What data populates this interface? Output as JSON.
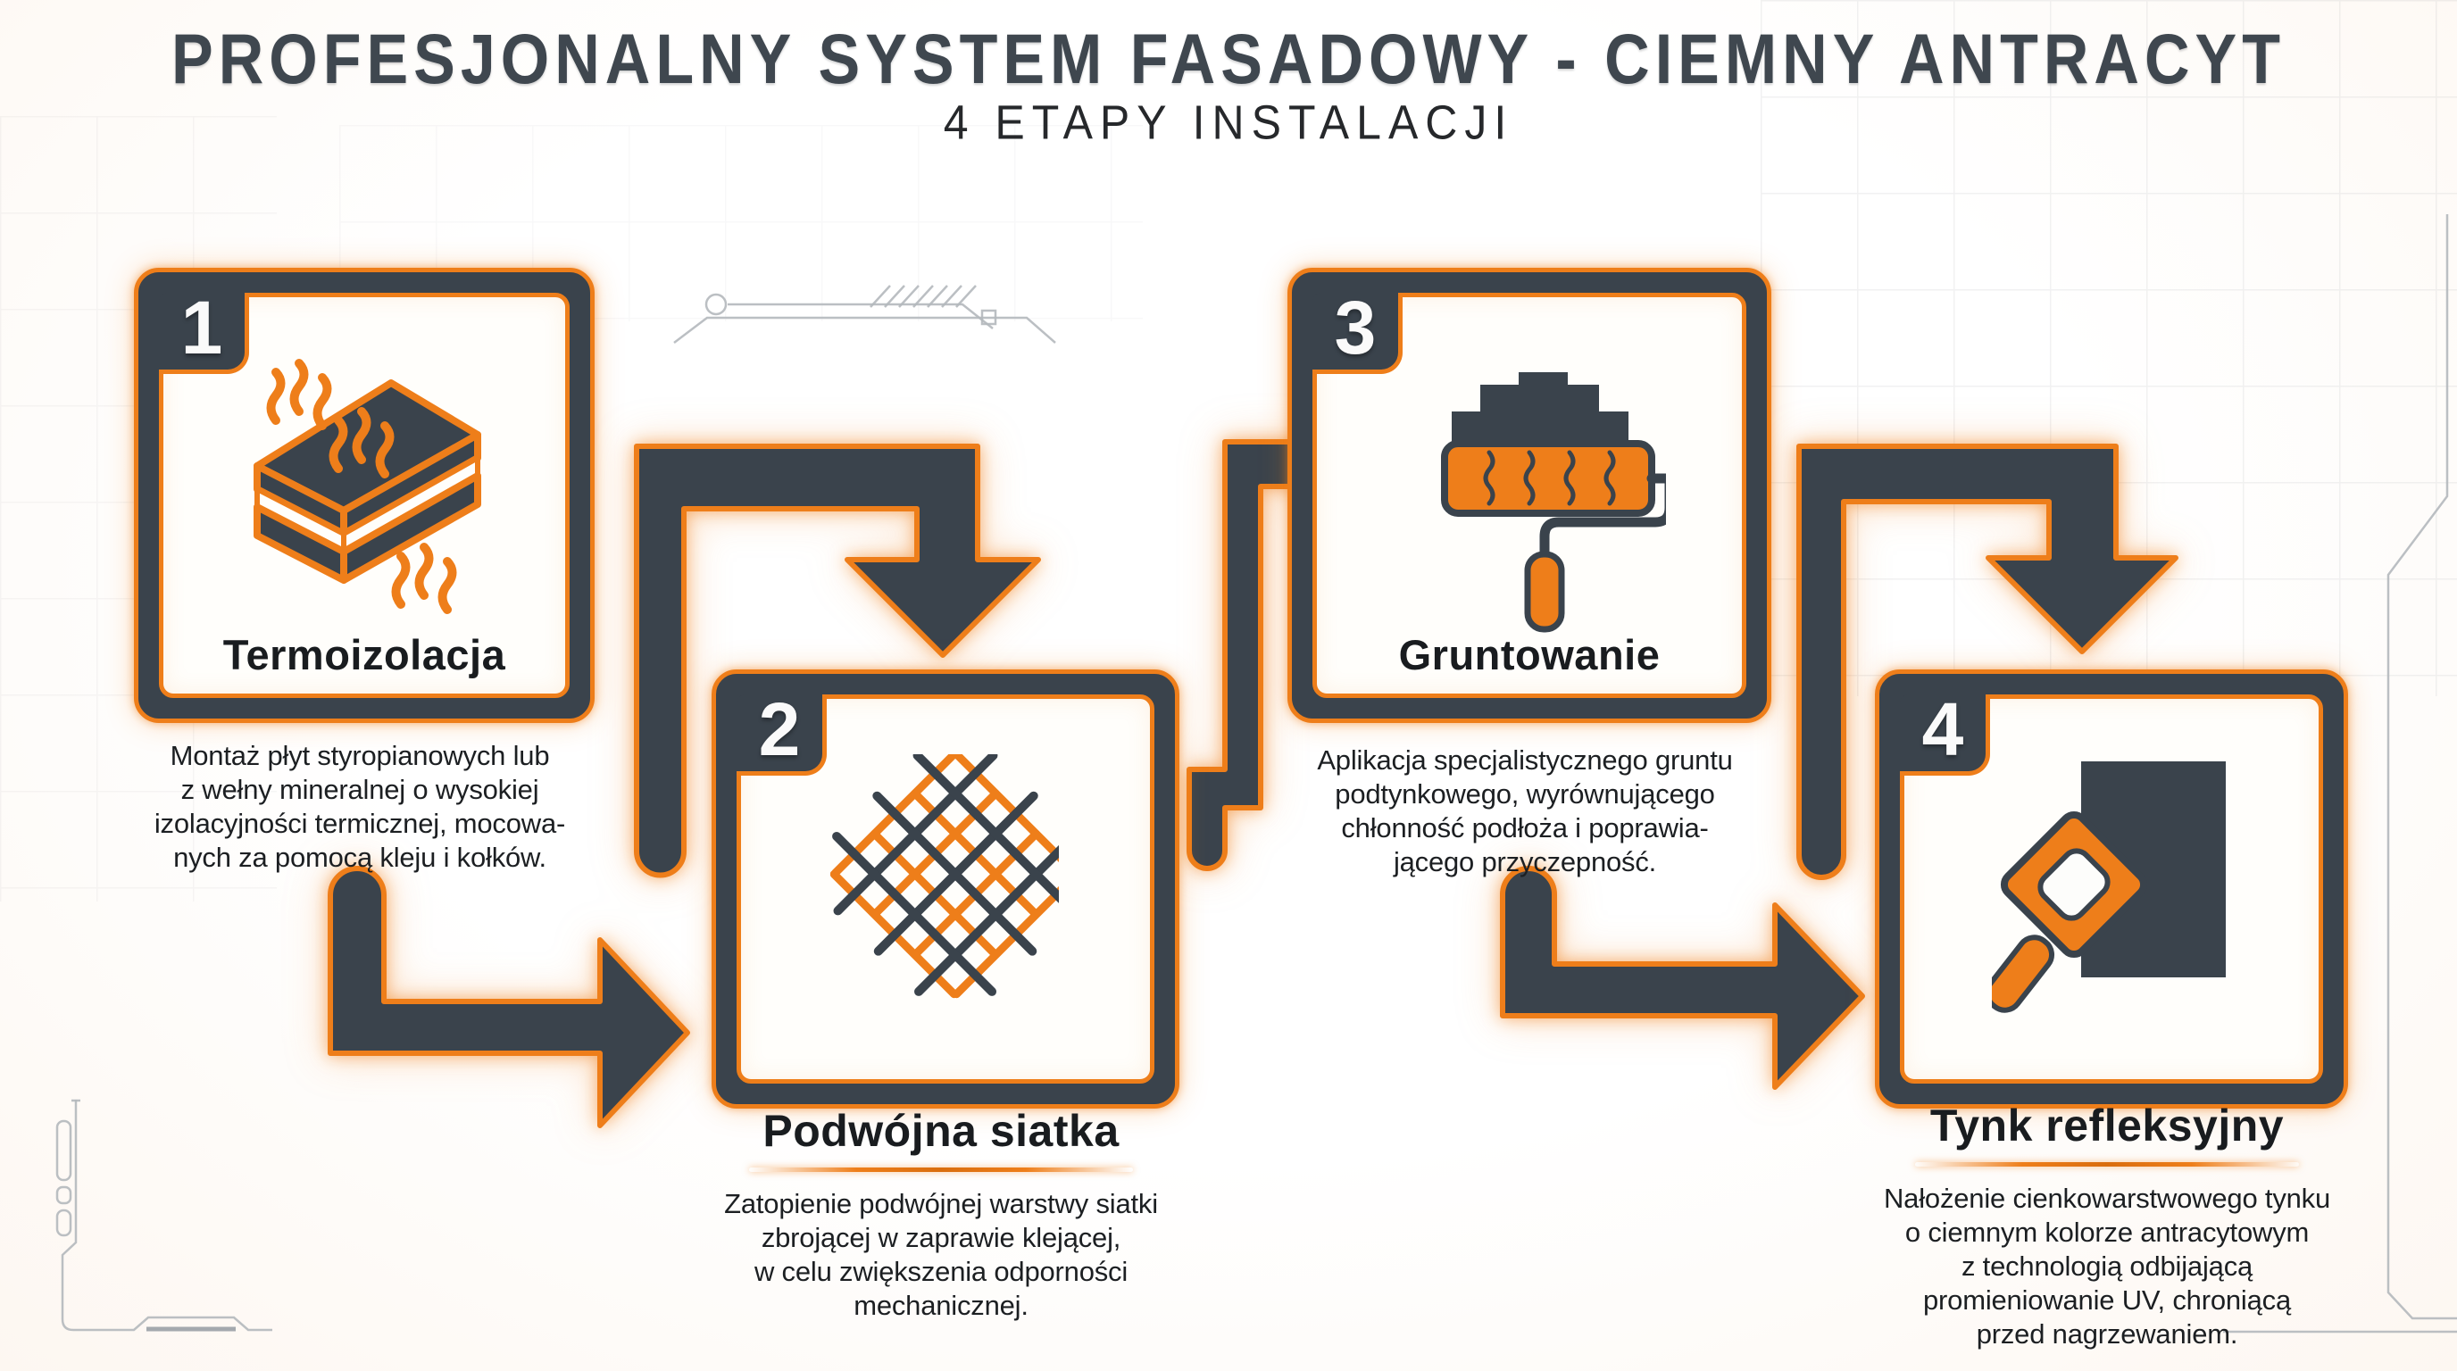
{
  "header": {
    "title": "PROFESJONALNY SYSTEM FASADOWY - CIEMNY ANTRACYT",
    "subtitle": "4 ETAPY INSTALACJI"
  },
  "colors": {
    "anthracite": "#3a434c",
    "orange_accent": "#ee7e1a",
    "orange_deep": "#d96d0e",
    "text": "#1c1f22",
    "background": "#fffefb"
  },
  "steps": [
    {
      "number": "1",
      "title": "Termoizolacja",
      "icon": "insulation-board-icon",
      "title_position": "inside",
      "description": "Montaż płyt styropianowych lub\nz wełny mineralnej o wysokiej\nizolacyjności termicznej, mocowa-\nnych za pomocą kleju i kołków."
    },
    {
      "number": "2",
      "title": "Podwójna siatka",
      "icon": "double-mesh-icon",
      "title_position": "below",
      "description": "Zatopienie podwójnej warstwy siatki\nzbrojącej w zaprawie klejącej,\nw celu zwiększenia odporności\nmechanicznej."
    },
    {
      "number": "3",
      "title": "Gruntowanie",
      "icon": "paint-roller-icon",
      "title_position": "inside",
      "description": "Aplikacja specjalistycznego gruntu\npodtynkowego, wyrównującego\nchłonność podłoża i poprawia-\njącego przyczepność."
    },
    {
      "number": "4",
      "title": "Tynk refleksyjny",
      "icon": "trowel-icon",
      "title_position": "below",
      "description": "Nałożenie cienkowarstwowego tynku\no ciemnym kolorze antracytowym\nz technologią odbijającą\npromieniowanie UV, chroniącą\nprzed nagrzewaniem."
    }
  ]
}
